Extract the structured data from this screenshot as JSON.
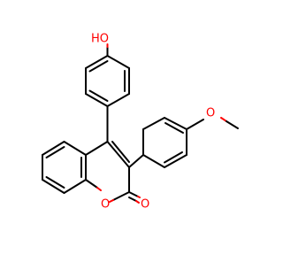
{
  "molecule": {
    "atom_labels": {
      "hydroxyl": "HO",
      "methoxy_oxygen": "O",
      "ring_oxygen": "O",
      "carbonyl_oxygen": "O"
    },
    "colors": {
      "bond": "#000000",
      "heteroatom": "#ff0000",
      "background": "#ffffff"
    }
  }
}
